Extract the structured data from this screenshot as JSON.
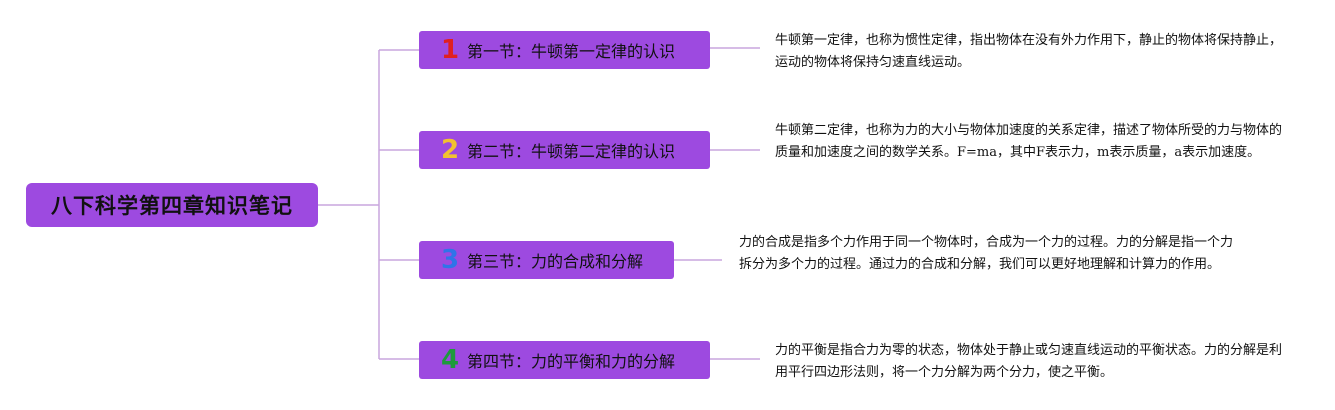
{
  "root": {
    "title": "八下科学第四章知识笔记"
  },
  "colors": {
    "node": "#9d4ae0",
    "line": "#c9a6dd"
  },
  "sections": [
    {
      "number": "1",
      "number_color": "#e02020",
      "title": "第一节：牛顿第一定律的认识",
      "description": "牛顿第一定律，也称为惯性定律，指出物体在没有外力作用下，静止的物体将保持静止，运动的物体将保持匀速直线运动。"
    },
    {
      "number": "2",
      "number_color": "#f2c230",
      "title": "第二节：牛顿第二定律的认识",
      "description": "牛顿第二定律，也称为力的大小与物体加速度的关系定律，描述了物体所受的力与物体的质量和加速度之间的数学关系。F=ma，其中F表示力，m表示质量，a表示加速度。"
    },
    {
      "number": "3",
      "number_color": "#2f74e8",
      "title": "第三节：力的合成和分解",
      "description": "力的合成是指多个力作用于同一个物体时，合成为一个力的过程。力的分解是指一个力拆分为多个力的过程。通过力的合成和分解，我们可以更好地理解和计算力的作用。"
    },
    {
      "number": "4",
      "number_color": "#1e9a3c",
      "title": "第四节：力的平衡和力的分解",
      "description": "力的平衡是指合力为零的状态，物体处于静止或匀速直线运动的平衡状态。力的分解是利用平行四边形法则，将一个力分解为两个分力，使之平衡。"
    }
  ]
}
